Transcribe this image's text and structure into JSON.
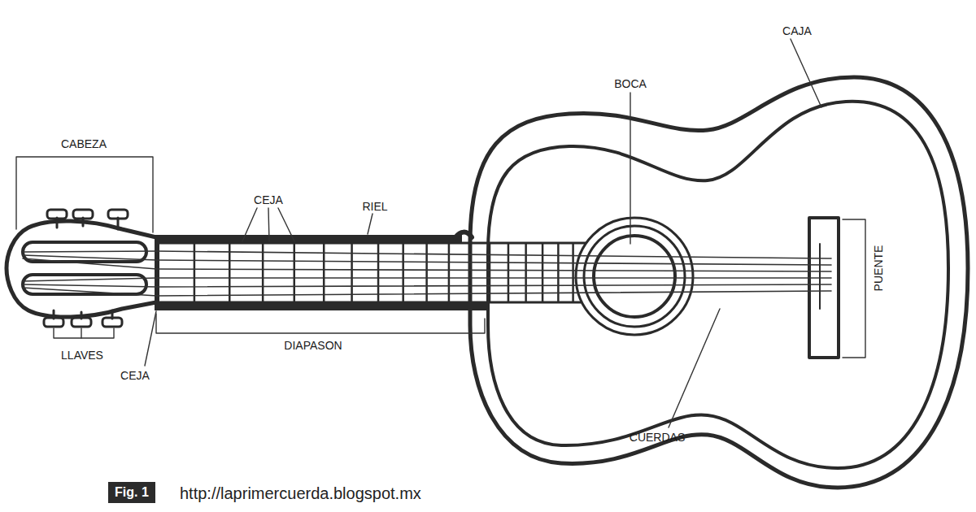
{
  "diagram": {
    "nodes": [
      {
        "text": [
          "Fig. 1"
        ]
      }
    ],
    "labels": [
      "CAJA",
      "BOCA",
      "CABEZA",
      "CEJA",
      "RIEL",
      "PUENTE",
      "LLAVES",
      "DIAPASON",
      "CEJA",
      "CUERDAS",
      "http://laprimercuerda.blogspot.mx"
    ]
  }
}
